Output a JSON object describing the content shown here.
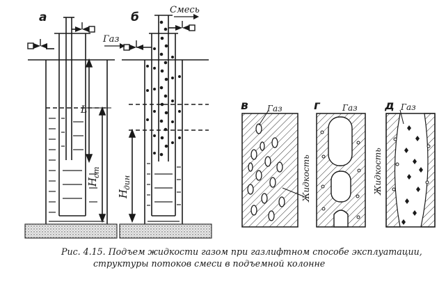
{
  "panels": {
    "a": "а",
    "b": "б",
    "v": "в",
    "g": "г",
    "d": "д"
  },
  "labels": {
    "smes": "Смесь",
    "gas_in": "Газ",
    "l": "L",
    "h_st": "H",
    "h_st_sub": "ст",
    "h_din": "H",
    "h_din_sub": "дин",
    "gas_v": "Газ",
    "gas_g": "Газ",
    "gas_d": "Газ",
    "liquid_v": "Жидкость",
    "liquid_d": "Жидкость"
  },
  "caption": {
    "line1": "Рис. 4.15. Подъем жидкости газом при газлифтном способе эксплуатации,",
    "line2": "структуры потоков смеси в подъемной колонне"
  }
}
